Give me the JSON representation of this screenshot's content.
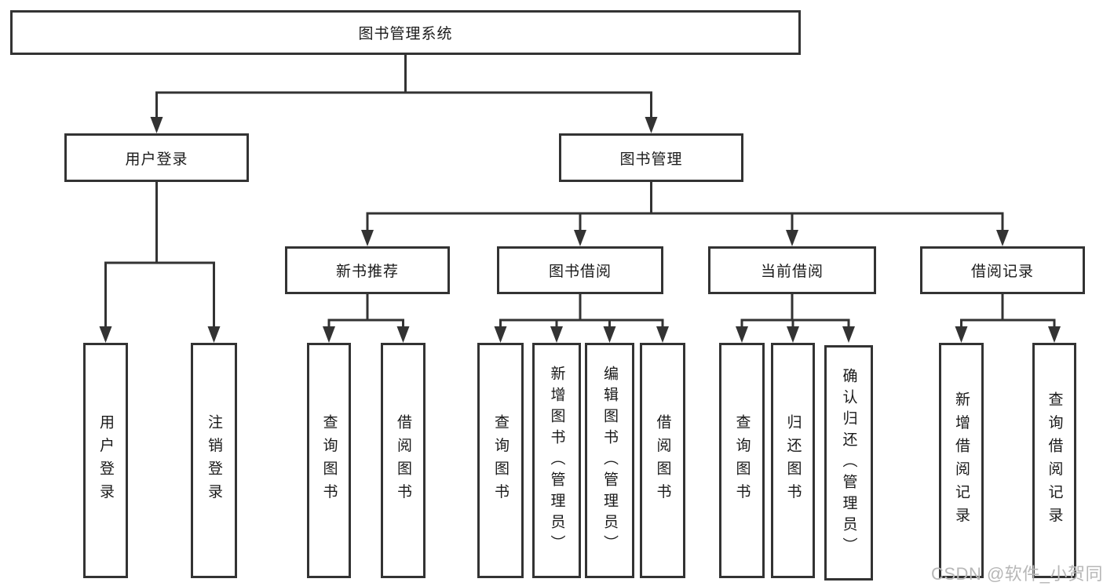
{
  "tree": {
    "label": "图书管理系统",
    "children": [
      {
        "label": "用户登录",
        "children": [
          {
            "label": "用户登录"
          },
          {
            "label": "注销登录"
          }
        ]
      },
      {
        "label": "图书管理",
        "children": [
          {
            "label": "新书推荐",
            "children": [
              {
                "label": "查询图书"
              },
              {
                "label": "借阅图书"
              }
            ]
          },
          {
            "label": "图书借阅",
            "children": [
              {
                "label": "查询图书"
              },
              {
                "label": "新增图书（管理员）"
              },
              {
                "label": "编辑图书（管理员）"
              },
              {
                "label": "借阅图书"
              }
            ]
          },
          {
            "label": "当前借阅",
            "children": [
              {
                "label": "查询图书"
              },
              {
                "label": "归还图书"
              },
              {
                "label": "确认归还（管理员）"
              }
            ]
          },
          {
            "label": "借阅记录",
            "children": [
              {
                "label": "新增借阅记录"
              },
              {
                "label": "查询借阅记录"
              }
            ]
          }
        ]
      }
    ]
  },
  "watermark": {
    "text": "CSDN @软件_小贺同学"
  },
  "colors": {
    "line": "#333333",
    "box_border": "#333333",
    "text": "#1a1a1a",
    "background": "#ffffff",
    "watermark": "#b7b7b7"
  }
}
